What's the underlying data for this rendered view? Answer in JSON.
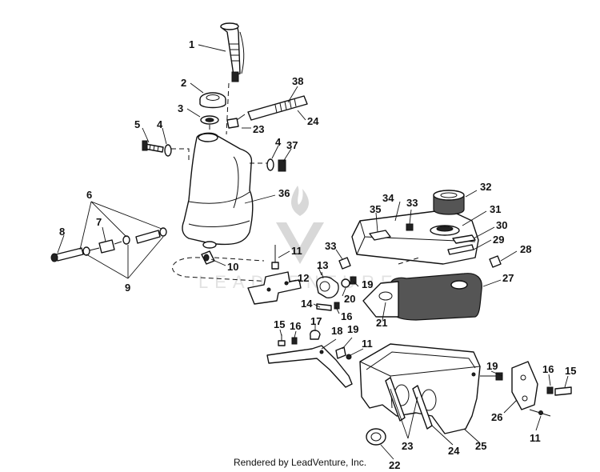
{
  "watermark": {
    "text": "LEADVENTURE"
  },
  "caption": "Rendered by LeadVenture, Inc.",
  "callouts": {
    "c1": "1",
    "c2": "2",
    "c3": "3",
    "c4a": "4",
    "c4b": "4",
    "c5": "5",
    "c6": "6",
    "c7": "7",
    "c8": "8",
    "c9": "9",
    "c10": "10",
    "c11a": "11",
    "c11b": "11",
    "c11c": "11",
    "c12": "12",
    "c13": "13",
    "c14": "14",
    "c15a": "15",
    "c15b": "15",
    "c16a": "16",
    "c16b": "16",
    "c16c": "16",
    "c17": "17",
    "c18": "18",
    "c19a": "19",
    "c19b": "19",
    "c19c": "19",
    "c20": "20",
    "c21": "21",
    "c22": "22",
    "c23a": "23",
    "c23b": "23",
    "c24a": "24",
    "c24b": "24",
    "c25": "25",
    "c26": "26",
    "c27": "27",
    "c28": "28",
    "c29": "29",
    "c30": "30",
    "c31": "31",
    "c32": "32",
    "c33a": "33",
    "c33b": "33",
    "c34": "34",
    "c35": "35",
    "c36": "36",
    "c37": "37",
    "c38": "38"
  }
}
